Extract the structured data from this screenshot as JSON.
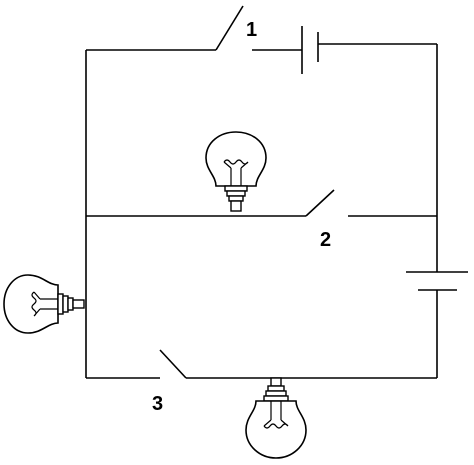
{
  "labels": {
    "switch_1": "1",
    "switch_2": "2",
    "switch_3": "3"
  },
  "components": {
    "bulbs": [
      "top-bulb-icon",
      "left-bulb-icon",
      "bottom-bulb-icon"
    ],
    "batteries": [
      "top-battery-icon",
      "right-battery-icon"
    ],
    "switches": [
      "switch-1-icon",
      "switch-2-icon",
      "switch-3-icon"
    ]
  },
  "colors": {
    "line": "#000000",
    "background": "#ffffff"
  }
}
